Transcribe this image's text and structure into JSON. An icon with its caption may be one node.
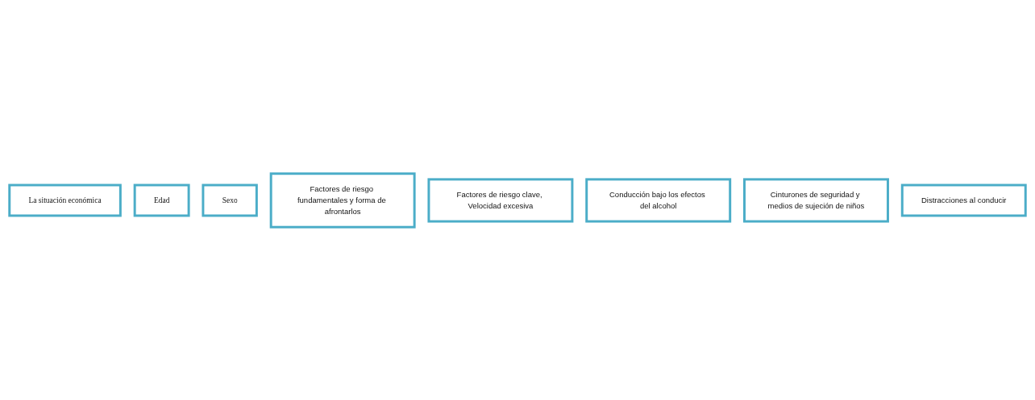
{
  "diagram": {
    "nodes": [
      {
        "text": [
          "La situación económica"
        ]
      },
      {
        "text": [
          "Edad"
        ]
      },
      {
        "text": [
          "Sexo"
        ]
      },
      {
        "text": [
          "Factores de riesgo fundamentales y forma de afrontarlos"
        ]
      },
      {
        "text": [
          "Factores de riesgo clave, Velocidad excesiva"
        ]
      },
      {
        "text": [
          "Conducción bajo los efectos del alcohol"
        ]
      },
      {
        "text": [
          "Cinturones de seguridad y medios de sujeción de niños"
        ]
      },
      {
        "text": [
          "Distracciones al conducir"
        ]
      }
    ]
  }
}
